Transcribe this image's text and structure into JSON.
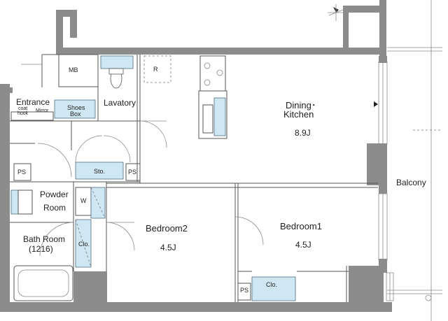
{
  "floorplan": {
    "rooms": {
      "mb": "MB",
      "refrigerator": "R",
      "entrance": "Entrance",
      "coat_hook_1": "coat",
      "coat_hook_2": "hook",
      "mirror": "Mirror",
      "shoes_box_1": "Shoes",
      "shoes_box_2": "Box",
      "lavatory": "Lavatory",
      "dining_kitchen_1": "Dining･",
      "dining_kitchen_2": "Kitchen",
      "dining_kitchen_size": "8.9J",
      "ps_left": "PS",
      "storage": "Sto.",
      "ps_mid": "PS",
      "powder_room_1": "Powder",
      "powder_room_2": "Room",
      "washer": "W",
      "balcony": "Balcony",
      "bedroom2": "Bedroom2",
      "bedroom2_size": "4.5J",
      "bedroom1": "Bedroom1",
      "bedroom1_size": "4.5J",
      "bath_room_1": "Bath Room",
      "bath_room_2": "(1216)",
      "closet_b2": "Clo.",
      "closet_b1": "Clo.",
      "ps_bottom": "PS"
    },
    "colors": {
      "wall": "#8c8c8c",
      "fixture_fill": "#cfe7f3"
    }
  }
}
